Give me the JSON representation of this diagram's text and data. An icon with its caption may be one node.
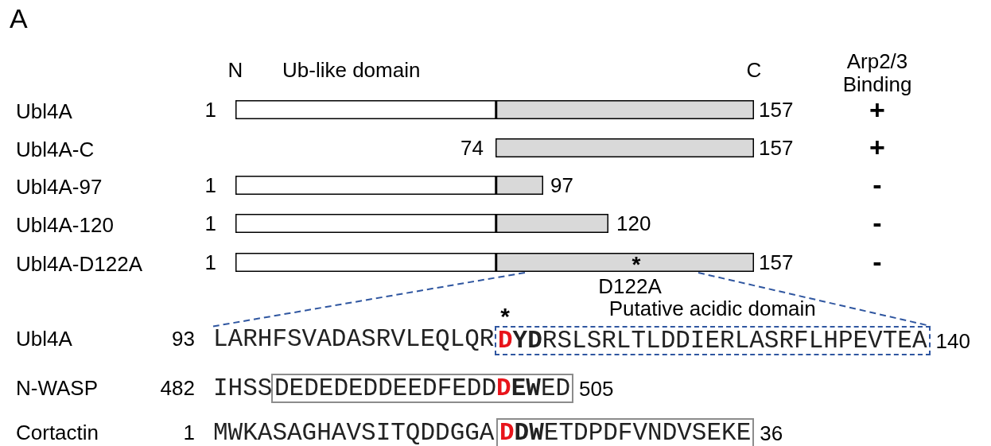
{
  "diagram": {
    "nodes": [
      {
        "text": [],
        "shape": "bar",
        "beside": [
          "1",
          "157"
        ]
      },
      {
        "text": [],
        "shape": "bar",
        "beside": [
          "74",
          "157"
        ]
      },
      {
        "text": [],
        "shape": "bar",
        "beside": [
          "1",
          "97"
        ]
      },
      {
        "text": [],
        "shape": "bar",
        "beside": [
          "1",
          "120"
        ]
      },
      {
        "text": [
          "*"
        ],
        "beside": [
          "1",
          "157",
          "D122A"
        ]
      },
      {
        "text": [
          "LARHFSVADASRVLEQLQR"
        ]
      },
      {
        "text": [
          "*",
          "Putative acidic domain",
          "**DYD**RSLSRLTLDDIERLASRFLHPEVTEA"
        ],
        "beside": [
          "140"
        ]
      },
      {
        "text": [
          "DEDEDEDDEEDFEDD**DEW**ED"
        ],
        "beside": [
          "505"
        ]
      },
      {
        "text": [
          "**DDW**ETDPDFVNDVSEKE"
        ],
        "beside": [
          "36"
        ]
      }
    ],
    "edges": [
      {
        "from": 4,
        "to": 5,
        "arrow": "none",
        "style": "dashed",
        "color": "#2f56a0"
      },
      {
        "from": 4,
        "to": 6,
        "arrow": "none",
        "style": "dashed",
        "color": "#2f56a0"
      }
    ],
    "labels": [
      "A",
      "Arp2/3 Binding",
      "N",
      "Ub-like domain",
      "C",
      "Ubl4A",
      "+",
      "Ubl4A-C",
      "+",
      "Ubl4A-97",
      "-",
      "Ubl4A-120",
      "-",
      "Ubl4A-D122A",
      "-",
      "Ubl4A",
      "93",
      "N-WASP",
      "482",
      "IHSS",
      "Cortactin",
      "1",
      "MWKASAGHAVSITQDDGGA"
    ]
  }
}
